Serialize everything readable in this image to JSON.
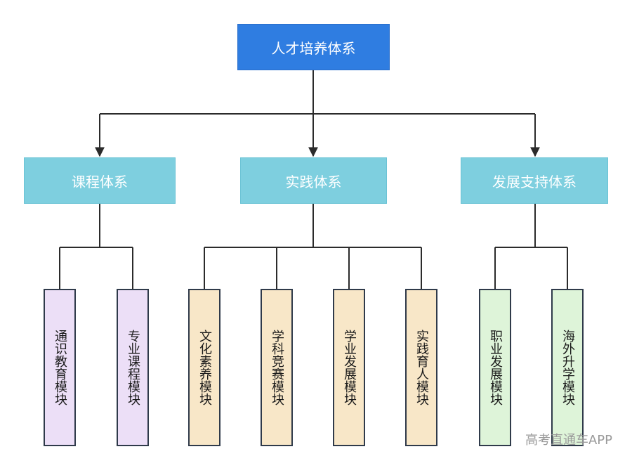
{
  "root": {
    "label": "人才培养体系"
  },
  "systems": [
    {
      "label": "课程体系",
      "modules": [
        "通识教育模块",
        "专业课程模块"
      ]
    },
    {
      "label": "实践体系",
      "modules": [
        "文化素养模块",
        "学科竞赛模块",
        "学业发展模块",
        "实践育人模块"
      ]
    },
    {
      "label": "发展支持体系",
      "modules": [
        "职业发展模块",
        "海外升学模块"
      ]
    }
  ],
  "colors": {
    "root": "#2f7de1",
    "system": "#7ecfdf",
    "course_modules": "#ecdff7",
    "practice_modules": "#f8e7c8",
    "support_modules": "#def4d9",
    "connector": "#2b2b2b"
  },
  "watermark": "高考直通车APP"
}
